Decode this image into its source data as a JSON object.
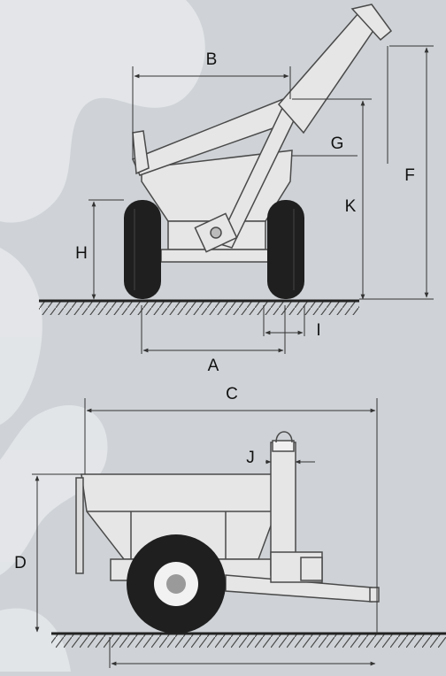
{
  "diagram": {
    "kind": "grain cart dimension drawing",
    "views": [
      "front-view",
      "side-view"
    ],
    "labels": {
      "A": "A",
      "B": "B",
      "C": "C",
      "D": "D",
      "F": "F",
      "G": "G",
      "H": "H",
      "I": "I",
      "J": "J",
      "K": "K"
    }
  },
  "colors": {
    "background": "#cfd3d7",
    "watermark": "#e4e7ea",
    "body": "#e6e6e6",
    "outline": "#4a4a4a",
    "tire": "#1f1f1f",
    "hub": "#9a9a9a",
    "dimension_line": "#333333"
  }
}
